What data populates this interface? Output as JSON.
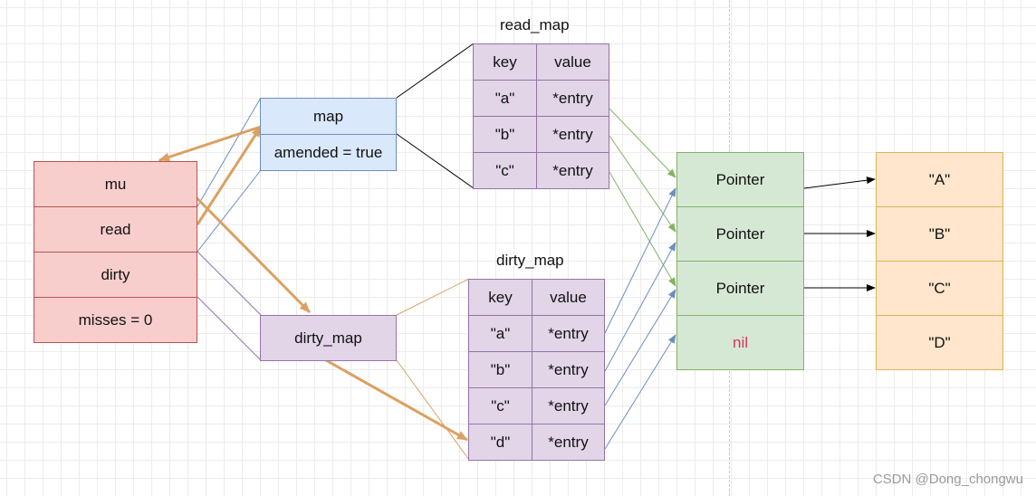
{
  "sync_map": {
    "fields": [
      "mu",
      "read",
      "dirty",
      "misses =  0"
    ]
  },
  "read_obj": {
    "field_map": "map",
    "field_amended": "amended = true"
  },
  "dirty_obj": {
    "label": "dirty_map"
  },
  "read_map": {
    "title": "read_map",
    "header": {
      "key": "key",
      "value": "value"
    },
    "rows": [
      {
        "key": "\"a\"",
        "value": "*entry"
      },
      {
        "key": "\"b\"",
        "value": "*entry"
      },
      {
        "key": "\"c\"",
        "value": "*entry"
      }
    ]
  },
  "dirty_map": {
    "title": "dirty_map",
    "header": {
      "key": "key",
      "value": "value"
    },
    "rows": [
      {
        "key": "\"a\"",
        "value": "*entry"
      },
      {
        "key": "\"b\"",
        "value": "*entry"
      },
      {
        "key": "\"c\"",
        "value": "*entry"
      },
      {
        "key": "\"d\"",
        "value": "*entry"
      }
    ]
  },
  "pointers": [
    "Pointer",
    "Pointer",
    "Pointer",
    "nil"
  ],
  "values": [
    "\"A\"",
    "\"B\"",
    "\"C\"",
    "\"D\""
  ],
  "watermark": "CSDN @Dong_chongwu",
  "colors": {
    "arrow_orange": "#dba062",
    "arrow_green": "#82b366",
    "arrow_blue": "#6c8ebf",
    "line_purple": "#9673a6",
    "nil_text": "#e0306a"
  }
}
